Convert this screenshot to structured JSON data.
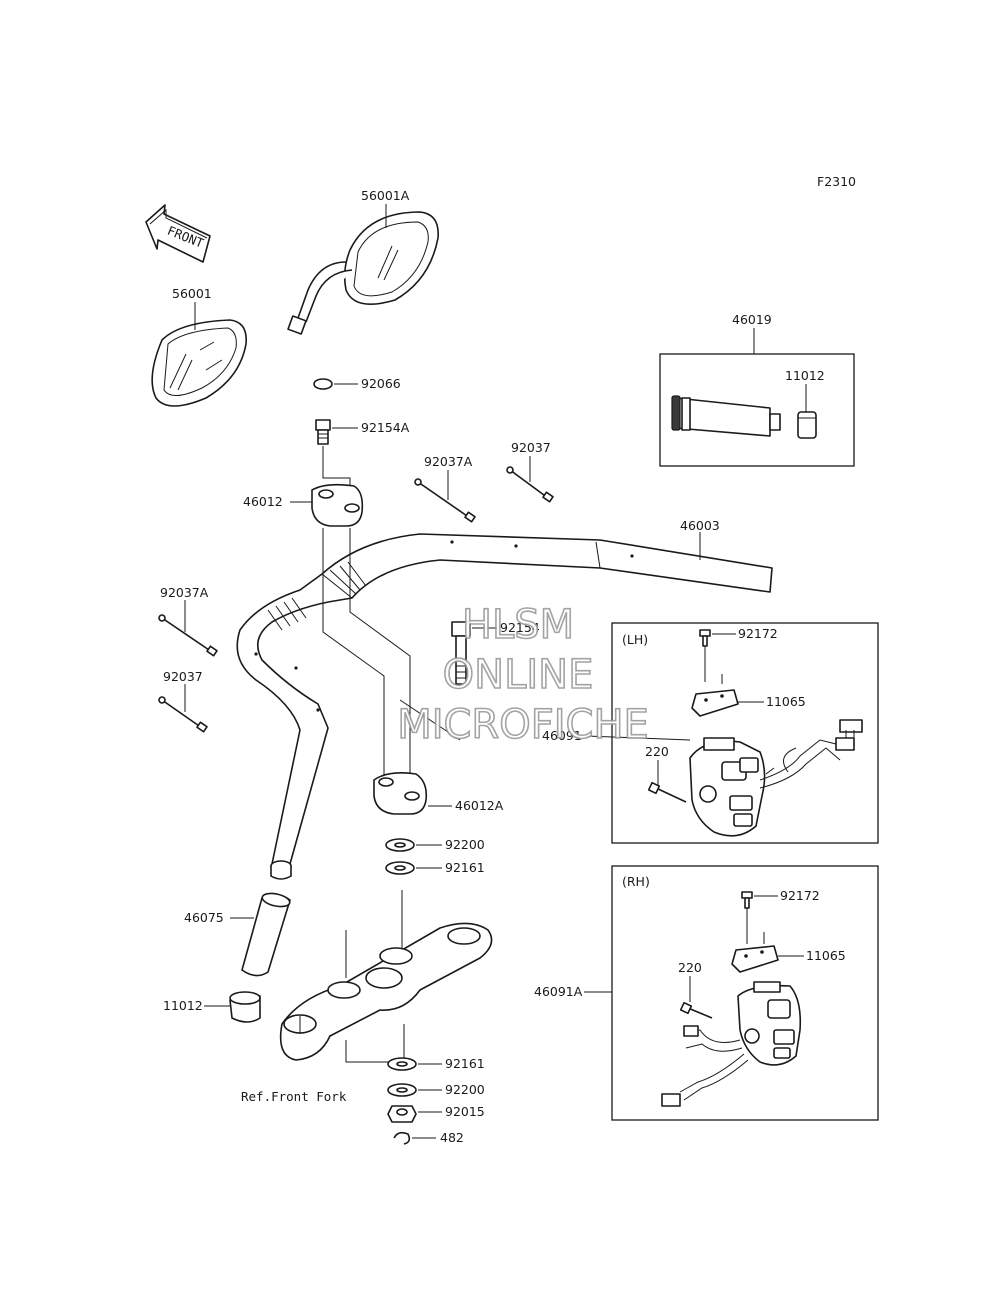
{
  "diagram": {
    "code": "F2310",
    "front_tag": "FRONT",
    "reference_note": "Ref.Front Fork",
    "watermark": [
      "HLSM",
      "ONLINE",
      "MICROFICHE"
    ],
    "groups": {
      "grip_kit": "46019",
      "lh_switch": "(LH)",
      "rh_switch": "(RH)"
    },
    "parts": [
      "56001A",
      "56001",
      "92066",
      "92154A",
      "46012",
      "92037A",
      "92037",
      "46003",
      "92037A",
      "92037",
      "92154",
      "46012A",
      "92200",
      "92161",
      "46075",
      "11012",
      "92161",
      "92200",
      "92015",
      "482",
      "11012",
      "92172",
      "11065",
      "46091",
      "220",
      "92172",
      "11065",
      "46091A",
      "220"
    ]
  }
}
